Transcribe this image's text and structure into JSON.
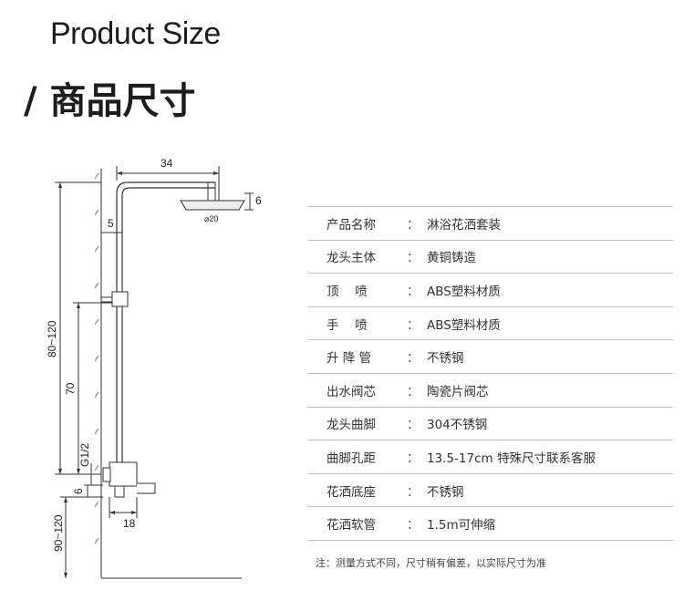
{
  "header": {
    "title_en": "Product Size",
    "title_cn": "/ 商品尺寸"
  },
  "diagram": {
    "dim_arm_width": "34",
    "dim_head_thickness": "6",
    "dim_head_diameter": "⌀20",
    "dim_wall_gap": "5",
    "dim_total_height": "80~120",
    "dim_riser_height": "70",
    "dim_thread": "G1/2",
    "dim_valve_offset": "6",
    "dim_valve_width": "18",
    "dim_install_height": "90~120"
  },
  "spec_table": {
    "rows": [
      {
        "key": "产品名称",
        "sep": "：",
        "value": "淋浴花洒套装"
      },
      {
        "key": "龙头主体",
        "sep": "：",
        "value": "黄铜铸造"
      },
      {
        "key": "顶　 喷",
        "sep": "：",
        "value": "ABS塑料材质"
      },
      {
        "key": "手　 喷",
        "sep": "：",
        "value": "ABS塑料材质"
      },
      {
        "key": "升 降 管",
        "sep": "：",
        "value": "不锈钢"
      },
      {
        "key": "出水阀芯",
        "sep": "：",
        "value": "陶瓷片阀芯"
      },
      {
        "key": "龙头曲脚",
        "sep": "：",
        "value": "304不锈钢"
      },
      {
        "key": "曲脚孔距",
        "sep": "：",
        "value": "13.5-17cm 特殊尺寸联系客服"
      },
      {
        "key": "花洒底座",
        "sep": "：",
        "value": "不锈钢"
      },
      {
        "key": "花洒软管",
        "sep": "：",
        "value": "1.5m可伸缩"
      }
    ]
  },
  "note": "注：测量方式不同，尺寸稍有偏差，以实际尺寸为准"
}
